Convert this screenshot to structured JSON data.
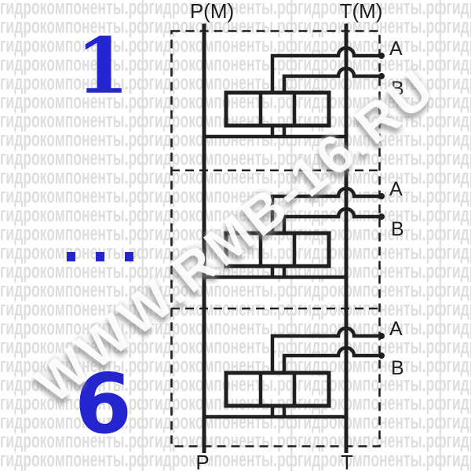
{
  "title_labels": {
    "p_top": "P(M)",
    "t_top": "T(M)",
    "p_bottom": "P",
    "t_bottom": "T"
  },
  "sections": [
    {
      "number": "1",
      "port_a": "A",
      "port_b": "B"
    },
    {
      "number": "...",
      "port_a": "A",
      "port_b": "B"
    },
    {
      "number": "6",
      "port_a": "A",
      "port_b": "B"
    }
  ],
  "ellipsis_dot_count": 3,
  "watermark": {
    "tile_text": "гидрокомпоненты.рф",
    "diagonal_text": "WWW.RMB-16.RU"
  },
  "colors": {
    "line": "#1f1f1f",
    "accent_blue": "#2525d0",
    "watermark_tile_gray": "#dedede"
  }
}
